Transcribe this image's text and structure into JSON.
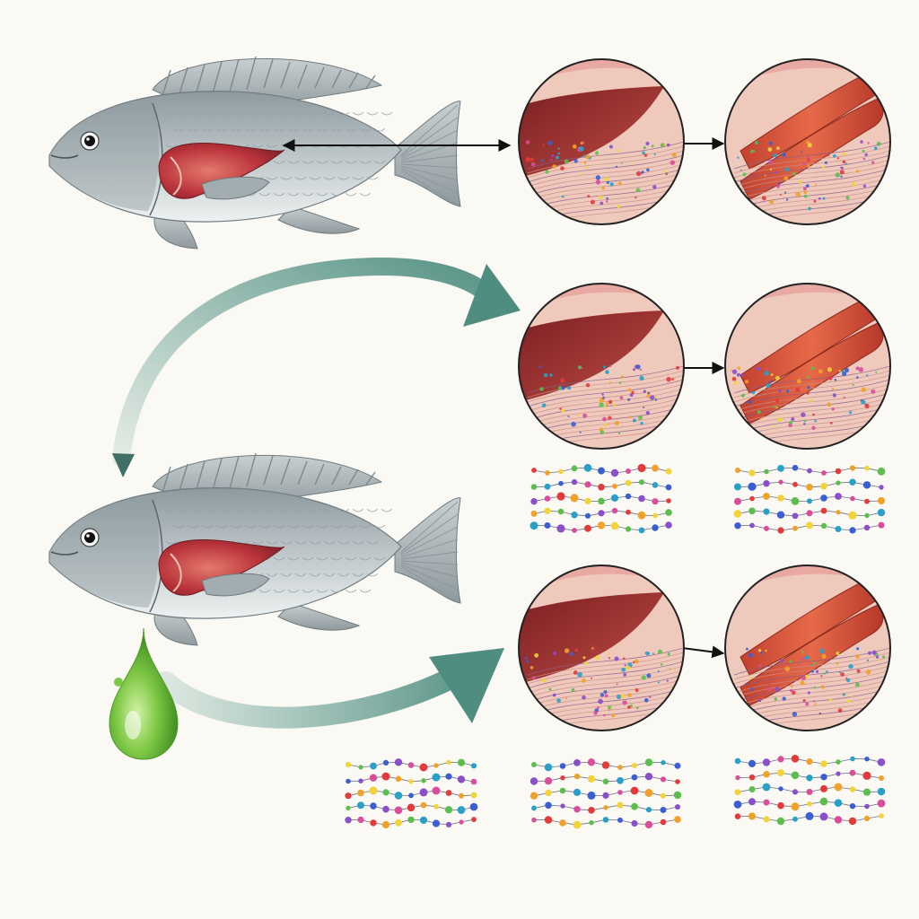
{
  "colors": {
    "background": "#fbf9f4",
    "fish_body": "#b9c2c5",
    "fish_dark": "#6f7b80",
    "fish_belly": "#e7ecec",
    "gill_red": "#b8323a",
    "tissue_pink": "#f0c9bd",
    "tissue_dark": "#9a3030",
    "muscle": "#d9573f",
    "arrow_teal": "#5f9c8f",
    "drop_green": "#6fbf3a",
    "bead_palette": [
      "#e23b3b",
      "#f0a12a",
      "#f2d33a",
      "#5cbf4d",
      "#2aa0c8",
      "#3b5fd0",
      "#8a4fc9",
      "#d94e9b"
    ]
  },
  "figure": {
    "fish": [
      {
        "name": "fish-top"
      },
      {
        "name": "fish-bottom"
      }
    ],
    "micrographs": [
      {
        "name": "circle-r1-liver",
        "kind": "liver"
      },
      {
        "name": "circle-r1-muscle",
        "kind": "muscle"
      },
      {
        "name": "circle-r2-liver",
        "kind": "liver"
      },
      {
        "name": "circle-r2-muscle",
        "kind": "muscle"
      },
      {
        "name": "circle-r3-liver",
        "kind": "liver"
      },
      {
        "name": "circle-r3-muscle",
        "kind": "muscle"
      }
    ],
    "bead_strips": [
      {
        "name": "bead-strip-r2-left",
        "rows": 5
      },
      {
        "name": "bead-strip-r2-right",
        "rows": 5
      },
      {
        "name": "bead-strip-r4-left",
        "rows": 5
      },
      {
        "name": "bead-strip-r4-mid",
        "rows": 5
      },
      {
        "name": "bead-strip-r4-right",
        "rows": 5
      }
    ],
    "droplet": {
      "name": "green-droplet"
    }
  }
}
